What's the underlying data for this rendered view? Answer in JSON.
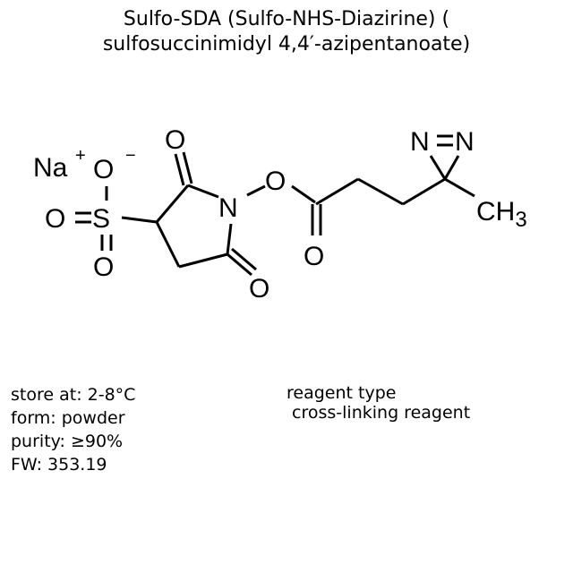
{
  "title": {
    "line1": "Sulfo-SDA (Sulfo-NHS-Diazirine) (",
    "line2": "sulfosuccinimidyl 4,4′-azipentanoate)"
  },
  "structure": {
    "atoms": {
      "na": "Na",
      "na_charge": "+",
      "o_minus": "O",
      "o_minus_charge": "−",
      "s": "S",
      "o_left": "O",
      "o_bottom_s": "O",
      "o_top_ring": "O",
      "n_ring": "N",
      "o_bottom_ring": "O",
      "o_nhs": "O",
      "o_carbonyl": "O",
      "n1_diazirine": "N",
      "n2_diazirine": "N",
      "ch3_c": "CH",
      "ch3_sub": "3"
    }
  },
  "properties": {
    "store_at": "store at: 2-8°C",
    "form": "form: powder",
    "purity": "purity: ≥90%",
    "fw": "FW: 353.19"
  },
  "reagent": {
    "label": "reagent type",
    "value": " cross-linking reagent"
  }
}
